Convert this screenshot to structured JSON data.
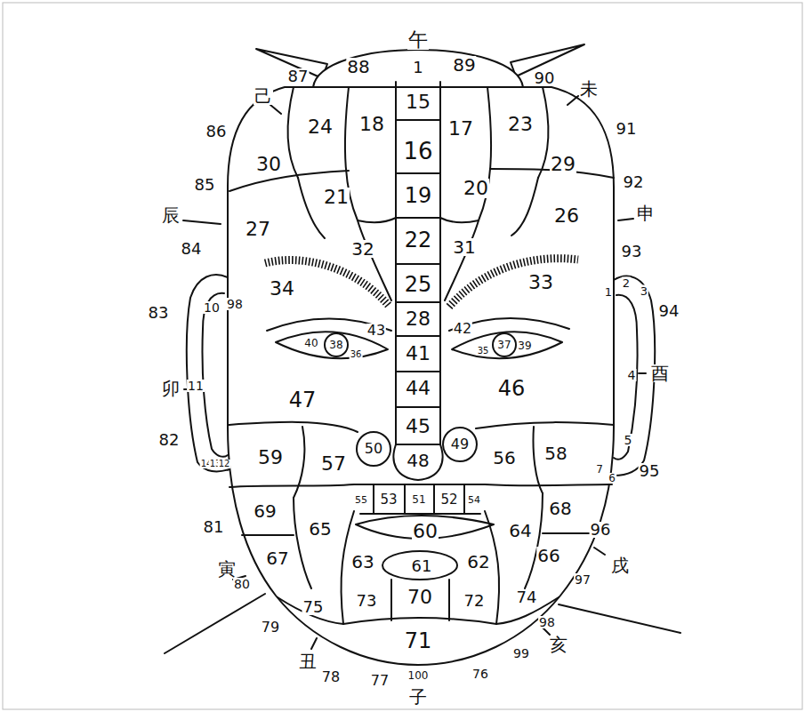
{
  "diagram": {
    "labels": [
      "午",
      "1",
      "88",
      "89",
      "87",
      "90",
      "己",
      "未",
      "15",
      "24",
      "18",
      "17",
      "23",
      "86",
      "91",
      "16",
      "30",
      "29",
      "85",
      "92",
      "21",
      "19",
      "20",
      "辰",
      "申",
      "27",
      "26",
      "22",
      "32",
      "31",
      "84",
      "93",
      "34",
      "25",
      "33",
      "1",
      "2",
      "3",
      "10",
      "98",
      "83",
      "94",
      "28",
      "43",
      "42",
      "40",
      "38",
      "36",
      "35",
      "37",
      "39",
      "41",
      "卯",
      "11",
      "47",
      "44",
      "46",
      "4",
      "酉",
      "45",
      "82",
      "5",
      "50",
      "49",
      "59",
      "57",
      "48",
      "56",
      "58",
      "14",
      "13",
      "12",
      "7",
      "6",
      "95",
      "55",
      "53",
      "51",
      "52",
      "54",
      "69",
      "68",
      "81",
      "65",
      "60",
      "64",
      "96",
      "67",
      "63",
      "61",
      "62",
      "66",
      "寅",
      "戌",
      "80",
      "97",
      "75",
      "73",
      "70",
      "72",
      "74",
      "98",
      "79",
      "71",
      "99",
      "亥",
      "丑",
      "76",
      "78",
      "77",
      "100",
      "子"
    ]
  }
}
